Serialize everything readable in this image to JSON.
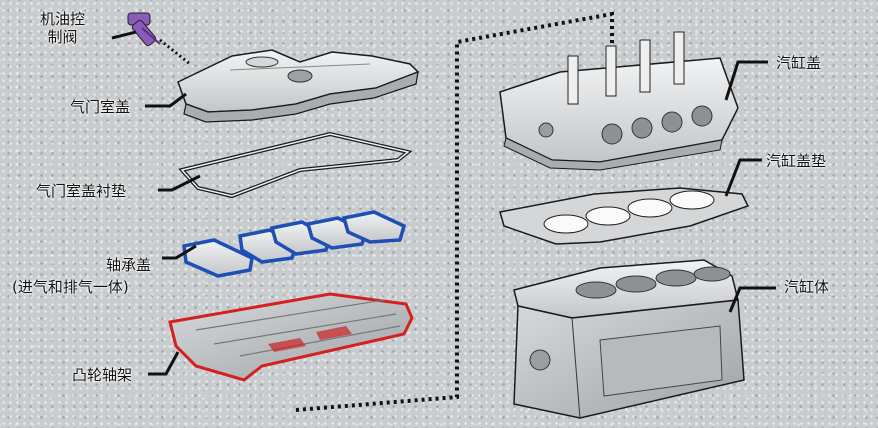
{
  "colors": {
    "background": "#c9ccce",
    "part_fill": "#e6e7e8",
    "part_shade": "#a9adb0",
    "outline": "#1a1a1a",
    "bearing_cap_highlight": "#1e4fb4",
    "camshaft_housing_highlight": "#d42020",
    "oil_control_valve": "#8a5bb8",
    "leader_line": "#111111"
  },
  "labels": {
    "oil_control_valve": "机油控\n制阀",
    "valve_cover": "气门室盖",
    "valve_cover_gasket": "气门室盖衬垫",
    "bearing_cap_line1": "轴承盖",
    "bearing_cap_line2": "(进气和排气一体)",
    "camshaft_housing": "凸轮轴架",
    "cylinder_head": "汽缸盖",
    "head_gasket": "汽缸盖垫",
    "cylinder_block": "汽缸体"
  },
  "icons": {
    "connector": "dotted-connector-line",
    "leader": "leader-line"
  }
}
